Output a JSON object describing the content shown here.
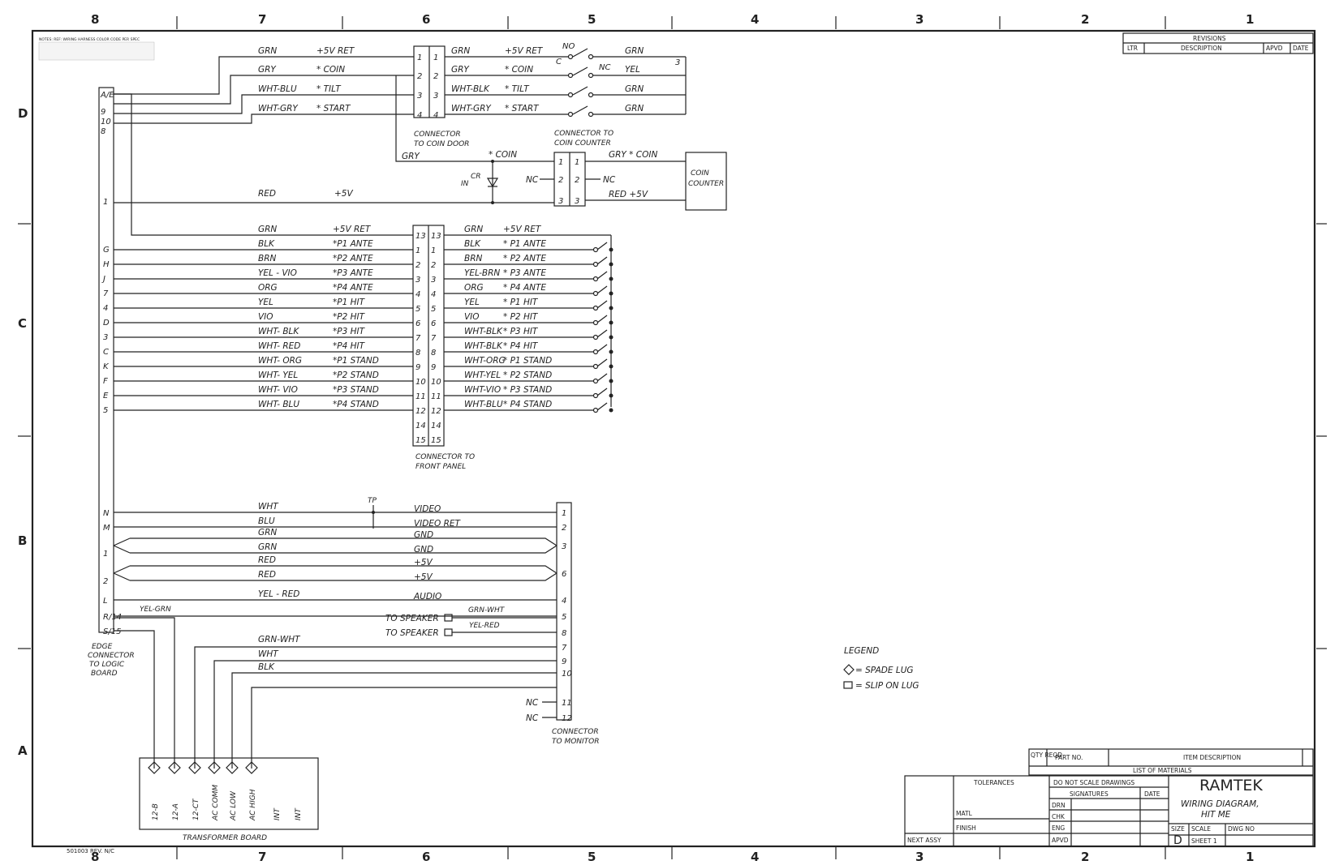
{
  "border": {
    "columns": [
      "8",
      "7",
      "6",
      "5",
      "4",
      "3",
      "2",
      "1"
    ],
    "rows": [
      "D",
      "C",
      "B",
      "A"
    ]
  },
  "notes_block": "NOTES: REF: WIRING HARNESS COLOR CODE PER SPEC",
  "revisions": {
    "title": "REVISIONS",
    "ltr": "LTR",
    "description": "DESCRIPTION",
    "apvd": "APVD",
    "date": "DATE"
  },
  "edge_connector": {
    "caption": [
      "EDGE",
      "CONNECTOR",
      "TO LOGIC",
      "BOARD"
    ],
    "pins": [
      "A/E",
      "9",
      "10",
      "8",
      "1",
      "G",
      "H",
      "J",
      "7",
      "4",
      "D",
      "3",
      "C",
      "K",
      "F",
      "E",
      "5",
      "N",
      "M",
      "1",
      "2",
      "L",
      "R/14",
      "S/15"
    ]
  },
  "coin_door": {
    "caption": [
      "CONNECTOR",
      "TO COIN DOOR"
    ],
    "rows": [
      {
        "left_color": "GRN",
        "left_sig": "+5V RET",
        "pin": "1",
        "right_color": "GRN",
        "right_sig": "+5V RET",
        "sw_color": "GRN"
      },
      {
        "left_color": "GRY",
        "left_sig": "* COIN",
        "pin": "2",
        "right_color": "GRY",
        "right_sig": "* COIN",
        "sw_color": "YEL"
      },
      {
        "left_color": "WHT-BLU",
        "left_sig": "* TILT",
        "pin": "3",
        "right_color": "WHT-BLK",
        "right_sig": "* TILT",
        "sw_color": "GRN"
      },
      {
        "left_color": "WHT-GRY",
        "left_sig": "* START",
        "pin": "4",
        "right_color": "WHT-GRY",
        "right_sig": "* START",
        "sw_color": "GRN"
      }
    ],
    "switch_labels": {
      "no": "NO",
      "c": "C",
      "nc": "NC",
      "note": "3"
    }
  },
  "coin_counter": {
    "caption": [
      "CONNECTOR TO",
      "COIN COUNTER"
    ],
    "box_label": [
      "COIN",
      "COUNTER"
    ],
    "gry": "GRY",
    "coin": "* COIN",
    "cr": "CR",
    "in": "IN",
    "nc": "NC",
    "red": "RED",
    "plus5v": "+5V",
    "pins": [
      "1",
      "2",
      "3"
    ],
    "right_gry": "GRY * COIN",
    "right_red": "RED  +5V"
  },
  "front_panel": {
    "caption": [
      "CONNECTOR TO",
      "FRONT PANEL"
    ],
    "rows": [
      {
        "edge": "",
        "lc": "GRN",
        "ls": "+5V RET",
        "pin": "13",
        "rc": "GRN",
        "rs": "+5V RET"
      },
      {
        "edge": "G",
        "lc": "BLK",
        "ls": "*P1 ANTE",
        "pin": "1",
        "rc": "BLK",
        "rs": "* P1 ANTE"
      },
      {
        "edge": "H",
        "lc": "BRN",
        "ls": "*P2 ANTE",
        "pin": "2",
        "rc": "BRN",
        "rs": "* P2 ANTE"
      },
      {
        "edge": "J",
        "lc": "YEL - VIO",
        "ls": "*P3 ANTE",
        "pin": "3",
        "rc": "YEL-BRN",
        "rs": "* P3 ANTE"
      },
      {
        "edge": "7",
        "lc": "ORG",
        "ls": "*P4 ANTE",
        "pin": "4",
        "rc": "ORG",
        "rs": "* P4 ANTE"
      },
      {
        "edge": "4",
        "lc": "YEL",
        "ls": "*P1 HIT",
        "pin": "5",
        "rc": "YEL",
        "rs": "* P1 HIT"
      },
      {
        "edge": "D",
        "lc": "VIO",
        "ls": "*P2 HIT",
        "pin": "6",
        "rc": "VIO",
        "rs": "* P2 HIT"
      },
      {
        "edge": "3",
        "lc": "WHT- BLK",
        "ls": "*P3 HIT",
        "pin": "7",
        "rc": "WHT-BLK",
        "rs": "* P3 HIT"
      },
      {
        "edge": "C",
        "lc": "WHT- RED",
        "ls": "*P4 HIT",
        "pin": "8",
        "rc": "WHT-BLK",
        "rs": "* P4 HIT"
      },
      {
        "edge": "K",
        "lc": "WHT- ORG",
        "ls": "*P1 STAND",
        "pin": "9",
        "rc": "WHT-ORG",
        "rs": "* P1 STAND"
      },
      {
        "edge": "F",
        "lc": "WHT- YEL",
        "ls": "*P2 STAND",
        "pin": "10",
        "rc": "WHT-YEL",
        "rs": "* P2 STAND"
      },
      {
        "edge": "E",
        "lc": "WHT- VIO",
        "ls": "*P3 STAND",
        "pin": "11",
        "rc": "WHT-VIO",
        "rs": "* P3 STAND"
      },
      {
        "edge": "5",
        "lc": "WHT- BLU",
        "ls": "*P4 STAND",
        "pin": "12",
        "rc": "WHT-BLU",
        "rs": "* P4 STAND"
      }
    ],
    "spare_pins": [
      "14",
      "15"
    ]
  },
  "edge_red_5v": {
    "color": "RED",
    "sig": "+5V"
  },
  "monitor": {
    "caption": [
      "CONNECTOR",
      "TO MONITOR"
    ],
    "rows": [
      {
        "edge": "N",
        "color": "WHT",
        "sig": "VIDEO",
        "pin": "1"
      },
      {
        "edge": "M",
        "color": "BLU",
        "sig": "VIDEO RET",
        "pin": "2"
      },
      {
        "edge": "",
        "color": "GRN",
        "sig": "GND",
        "pin": ""
      },
      {
        "edge": "1",
        "color": "GRN",
        "sig": "GND",
        "pin": "3"
      },
      {
        "edge": "",
        "color": "RED",
        "sig": "+5V",
        "pin": ""
      },
      {
        "edge": "2",
        "color": "RED",
        "sig": "+5V",
        "pin": "6"
      },
      {
        "edge": "L",
        "color": "YEL - RED",
        "sig": "AUDIO",
        "pin": "4"
      }
    ],
    "tp": "TP",
    "yel_grn": "YEL-GRN",
    "speaker1": "TO SPEAKER",
    "speaker2": "TO SPEAKER",
    "spk_grn_wht": "GRN-WHT",
    "spk_yel_red": "YEL-RED",
    "pins_lower": [
      "5",
      "8",
      "7",
      "9",
      "10",
      "11",
      "12"
    ],
    "grn_wht": "GRN-WHT",
    "wht": "WHT",
    "blk": "BLK",
    "nc": "NC"
  },
  "transformer": {
    "caption": "TRANSFORMER BOARD",
    "terminals": [
      "12-B",
      "12-A",
      "12-CT",
      "AC COMM",
      "AC LOW",
      "AC HIGH",
      "INT",
      "INT"
    ]
  },
  "legend": {
    "title": "LEGEND",
    "spade": "= SPADE LUG",
    "slipon": "= SLIP ON LUG"
  },
  "title_block": {
    "qty_reqd": "QTY REQD",
    "part_no": "PART NO.",
    "item_desc": "ITEM DESCRIPTION",
    "list_of_materials": "LIST OF MATERIALS",
    "tolerances": "TOLERANCES",
    "do_not_scale": "DO NOT SCALE DRAWINGS",
    "signatures": "SIGNATURES",
    "date": "DATE",
    "drn": "DRN",
    "chk": "CHK",
    "eng": "ENG",
    "apvd": "APVD",
    "matl": "MATL",
    "finish": "FINISH",
    "next_assy": "NEXT ASSY",
    "company": "RAMTEK",
    "title_line1": "WIRING DIAGRAM,",
    "title_line2": "HIT ME",
    "size_label": "SIZE",
    "size": "D",
    "scale": "SCALE",
    "dwg_no": "DWG NO",
    "sheet": "SHEET 1"
  },
  "footer": "501003 REV. N/C"
}
